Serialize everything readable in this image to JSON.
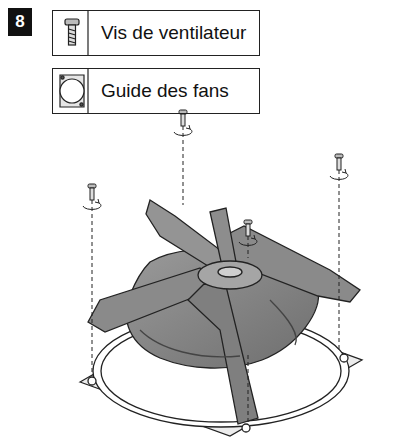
{
  "diagram": {
    "nodes": [
      {
        "text": [
          "8"
        ]
      },
      {
        "text": [
          "Vis de ventilateur"
        ]
      },
      {
        "text": [
          "Guide des fans"
        ]
      }
    ]
  }
}
